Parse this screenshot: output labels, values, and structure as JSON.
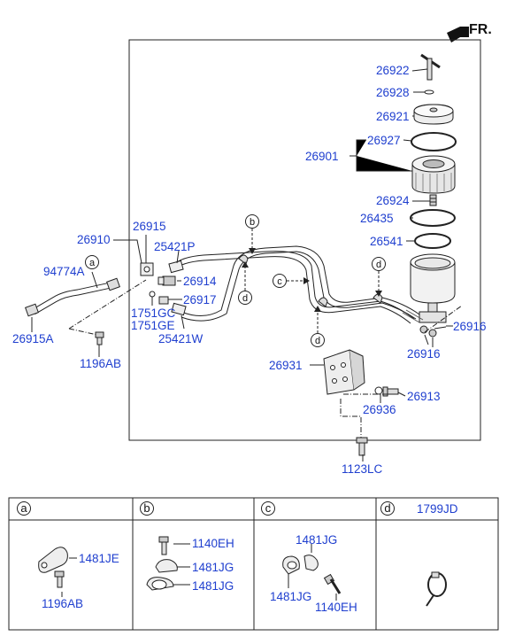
{
  "direction_label": "FR.",
  "parts": {
    "p26922": "26922",
    "p26928": "26928",
    "p26921": "26921",
    "p26927": "26927",
    "p26901": "26901",
    "p26924": "26924",
    "p26435": "26435",
    "p26541": "26541",
    "p26910": "26910",
    "p26915": "26915",
    "p25421P": "25421P",
    "p94774A": "94774A",
    "p26914": "26914",
    "p26917": "26917",
    "p1751GC": "1751GC",
    "p1751GE": "1751GE",
    "p25421W": "25421W",
    "p26915A": "26915A",
    "p1196AB": "1196AB",
    "p26916a": "26916",
    "p26916b": "26916",
    "p26931": "26931",
    "p26913": "26913",
    "p26936": "26936",
    "p1123LC": "1123LC"
  },
  "callouts": {
    "a": "a",
    "b": "b",
    "c": "c",
    "d": "d"
  },
  "legend": {
    "headers": {
      "a": "a",
      "b": "b",
      "c": "c",
      "d": "d",
      "d_part": "1799JD"
    },
    "a": {
      "p1": "1481JE",
      "p2": "1196AB"
    },
    "b": {
      "p1": "1140EH",
      "p2": "1481JG",
      "p3": "1481JG"
    },
    "c": {
      "p1": "1481JG",
      "p2": "1481JG",
      "p3": "1140EH"
    }
  }
}
